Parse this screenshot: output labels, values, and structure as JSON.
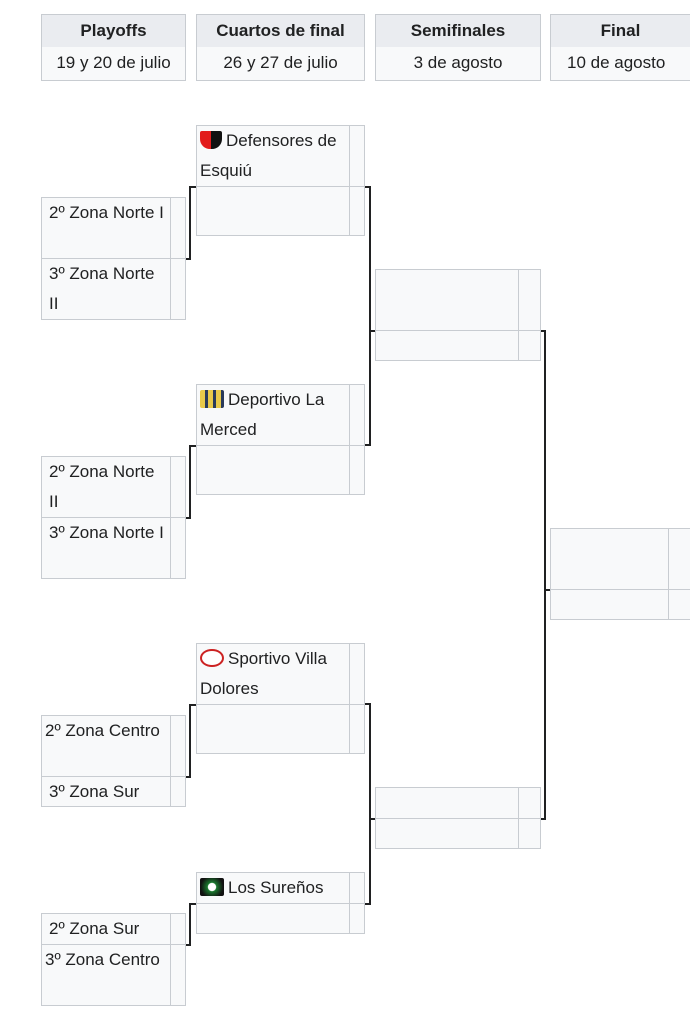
{
  "rounds": [
    {
      "name": "Playoffs",
      "date": "19 y 20 de julio"
    },
    {
      "name": "Cuartos de final",
      "date": "26 y 27 de julio"
    },
    {
      "name": "Semifinales",
      "date": "3 de agosto"
    },
    {
      "name": "Final",
      "date": "10 de agosto"
    }
  ],
  "playoffs": [
    {
      "team1": "2º Zona Norte I",
      "team2": "3º Zona Norte II"
    },
    {
      "team1": "2º Zona Norte II",
      "team2": "3º Zona Norte I"
    },
    {
      "team1": "2º Zona Centro",
      "team2": "3º Zona Sur"
    },
    {
      "team1": "2º Zona Sur",
      "team2": "3º Zona Centro"
    }
  ],
  "quarterfinals": [
    {
      "team1": "Defensores de Esquiú",
      "team1_logo": "defensores-crest",
      "team2": ""
    },
    {
      "team1": "Deportivo La Merced",
      "team1_logo": "la-merced-crest",
      "team2": ""
    },
    {
      "team1": "Sportivo Villa Dolores",
      "team1_logo": "villa-dolores-crest",
      "team2": ""
    },
    {
      "team1": "Los Sureños",
      "team1_logo": "los-surenos-crest",
      "team2": ""
    }
  ],
  "colors": {
    "header_bg": "#eaecf0",
    "cell_bg": "#f8f9fa",
    "border": "#c8ccd1"
  }
}
